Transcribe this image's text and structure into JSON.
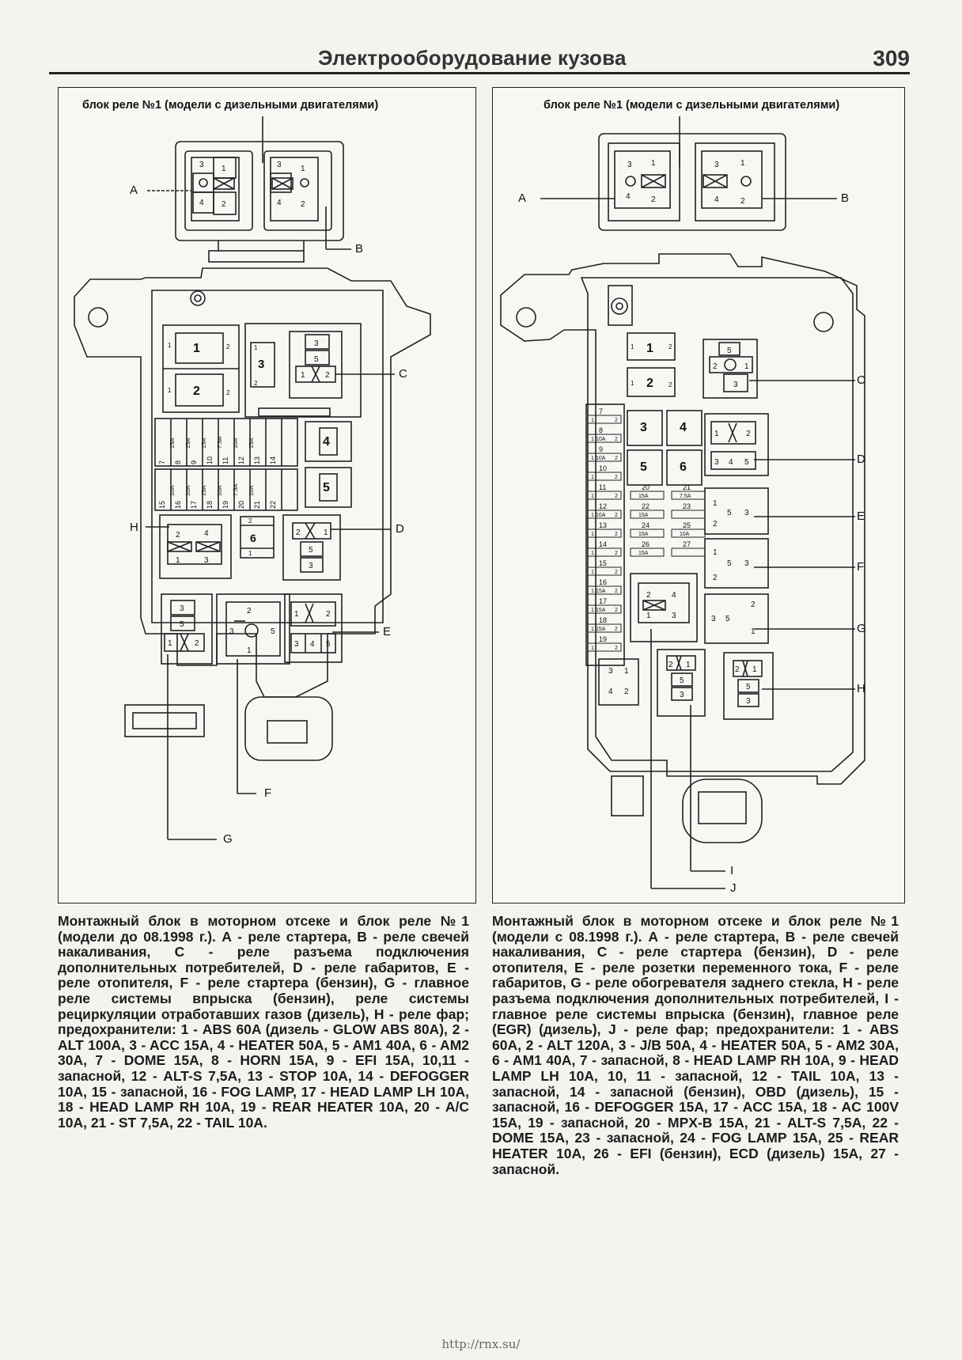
{
  "header": {
    "section_title": "Электрооборудование кузова",
    "page_number": "309"
  },
  "left_diagram": {
    "heading": "блок реле №1 (модели с дизельными двигателями)",
    "callouts": [
      "A",
      "B",
      "C",
      "D",
      "E",
      "F",
      "G",
      "H"
    ],
    "relays": [
      "1",
      "2",
      "3",
      "4",
      "5",
      "6"
    ],
    "fuse_labels": [
      "7",
      "8",
      "9",
      "10",
      "11",
      "12",
      "13",
      "14",
      "15",
      "16",
      "17",
      "18",
      "19",
      "20",
      "21",
      "22"
    ],
    "fuse_ratings": [
      "15A",
      "15A",
      "15A",
      "7.5A",
      "10A",
      "15A",
      "10A",
      "10A",
      "15A",
      "10A",
      "7.5A",
      "10A"
    ],
    "caption": "Монтажный блок в моторном отсеке и блок реле №1 (модели до 08.1998 г.). А - реле стартера, В - реле свечей накаливания, С - реле разъема подключения дополнительных потребителей, D - реле габаритов, Е - реле отопителя, F - реле стартера (бензин), G - главное реле системы впрыска (бензин), реле системы рециркуляции отработавших газов (дизель), Н - реле фар; предохранители: 1 - ABS 60A (дизель - GLOW ABS 80A), 2 - ALT 100A, 3 - ACC 15A, 4 - HEATER 50A, 5 - AM1 40A, 6 - AM2 30A, 7 - DOME 15A, 8 - HORN 15A, 9 - EFI 15A, 10,11 - запасной, 12 - ALT-S 7,5A, 13 - STOP 10A, 14 - DEFOGGER 10A, 15 - запасной, 16 - FOG LAMP, 17 - HEAD LAMP LH 10A, 18 - HEAD LAMP RH 10A, 19 - REAR HEATER 10A, 20 - A/C 10A, 21 - ST 7,5A, 22 - TAIL 10A."
  },
  "right_diagram": {
    "heading": "блок реле №1 (модели с дизельными двигателями)",
    "callouts": [
      "A",
      "B",
      "C",
      "D",
      "E",
      "F",
      "G",
      "H",
      "I",
      "J"
    ],
    "relays": [
      "1",
      "2",
      "3",
      "4",
      "5",
      "6"
    ],
    "fuses": [
      {
        "n": "7",
        "r": ""
      },
      {
        "n": "8",
        "r": "10A"
      },
      {
        "n": "9",
        "r": "10A"
      },
      {
        "n": "10",
        "r": ""
      },
      {
        "n": "11",
        "r": ""
      },
      {
        "n": "12",
        "r": "10A"
      },
      {
        "n": "13",
        "r": ""
      },
      {
        "n": "14",
        "r": ""
      },
      {
        "n": "15",
        "r": ""
      },
      {
        "n": "16",
        "r": "15A"
      },
      {
        "n": "17",
        "r": "15A"
      },
      {
        "n": "18",
        "r": "15A"
      },
      {
        "n": "19",
        "r": ""
      }
    ],
    "fuses_right": [
      {
        "n": "20",
        "r": "15A"
      },
      {
        "n": "21",
        "r": "7.5A"
      },
      {
        "n": "22",
        "r": "15A"
      },
      {
        "n": "23",
        "r": ""
      },
      {
        "n": "24",
        "r": "15A"
      },
      {
        "n": "25",
        "r": "10A"
      },
      {
        "n": "26",
        "r": "15A"
      },
      {
        "n": "27",
        "r": ""
      }
    ],
    "caption": "Монтажный блок в моторном отсеке и блок реле №1 (модели с 08.1998 г.). А - реле стартера, В - реле свечей накаливания, С - реле стартера (бензин), D - реле отопителя, Е - реле розетки переменного тока, F - реле габаритов, G - реле обогревателя заднего стекла, Н - реле разъема подключения дополнительных потребителей, I - главное реле системы впрыска (бензин), главное реле (EGR) (дизель), J - реле фар; предохранители: 1 - ABS 60A, 2 - ALT 120A, 3 - J/B 50A, 4 - HEATER 50A, 5 - AM2 30A, 6 - AM1 40A, 7 - запасной, 8 - HEAD LAMP RH 10A, 9 - HEAD LAMP LH 10A, 10, 11 - запасной, 12 - TAIL 10A, 13 - запасной, 14 - запасной (бензин), OBD (дизель), 15 - запасной, 16 - DEFOGGER 15A, 17 - ACC 15A, 18 - AC 100V 15A, 19 - запасной, 20 - MPX-B 15A, 21 - ALT-S 7,5A, 22 - DOME 15A, 23 - запасной, 24 - FOG LAMP 15A, 25 - REAR HEATER 10A, 26 - EFI (бензин), ECD (дизель) 15A, 27 - запасной."
  },
  "footer": {
    "url": "http://rnx.su/"
  }
}
